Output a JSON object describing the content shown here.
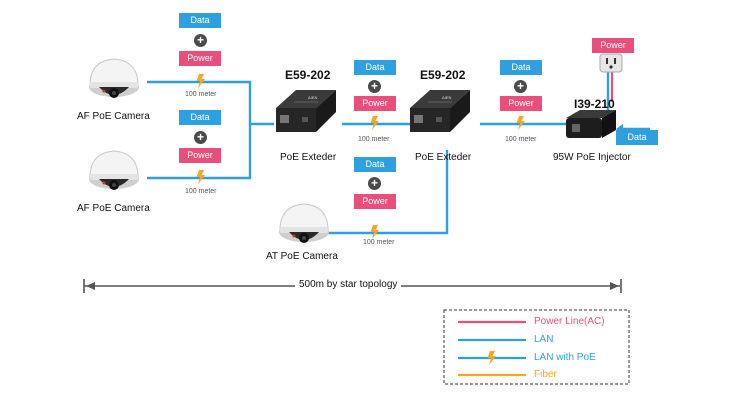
{
  "tags": {
    "data": "Data",
    "power": "Power"
  },
  "distance": "100 meter",
  "devices": {
    "cam_top": "AF PoE Camera",
    "cam_mid": "AF PoE Camera",
    "cam_bottom": "AT PoE Camera",
    "ext1_model": "E59-202",
    "ext1_label": "PoE Exteder",
    "ext2_model": "E59-202",
    "ext2_label": "PoE Exteder",
    "injector_model": "I39-210",
    "injector_label": "95W PoE Injector"
  },
  "topology_label": "500m by star topology",
  "legend": {
    "power_line": "Power Line(AC)",
    "lan": "LAN",
    "lan_poe": "LAN with PoE",
    "fiber": "Fiber"
  },
  "colors": {
    "lan": "#2f9fe0",
    "power": "#ea4f7c",
    "bolt": "#f5a623",
    "fiber": "#f5a623"
  },
  "icons": [
    "dome-camera-icon",
    "poe-extender-icon",
    "poe-injector-icon",
    "power-outlet-icon",
    "lightning-bolt-icon",
    "plus-icon"
  ]
}
